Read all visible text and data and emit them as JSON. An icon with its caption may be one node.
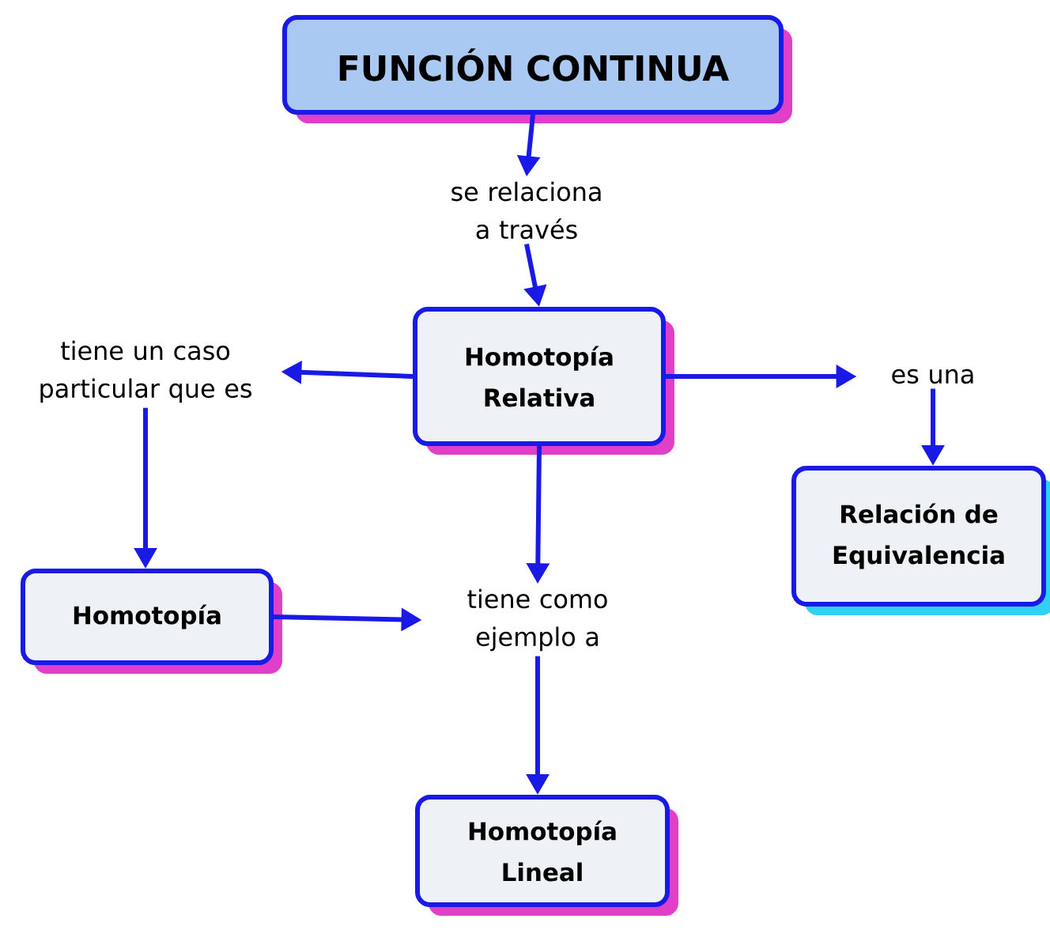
{
  "diagram": {
    "nodes": [
      {
        "text": [
          "FUNCIÓN CONTINUA"
        ]
      },
      {
        "text": [
          "se relaciona a través"
        ]
      },
      {
        "text": [
          "Homotopía Relativa"
        ]
      },
      {
        "text": [
          "tiene un caso particular que es"
        ]
      },
      {
        "text": [
          "es una"
        ]
      },
      {
        "text": [
          "Relación de Equivalencia"
        ]
      },
      {
        "text": [
          "Homotopía"
        ]
      },
      {
        "text": [
          "tiene como ejemplo a"
        ]
      },
      {
        "text": [
          "Homotopía Lineal"
        ]
      }
    ],
    "edges": [
      {
        "from": 0,
        "to": 1,
        "arrow": "to"
      },
      {
        "from": 1,
        "to": 2,
        "arrow": "to"
      },
      {
        "from": 2,
        "to": 3,
        "arrow": "to"
      },
      {
        "from": 2,
        "to": 4,
        "arrow": "to"
      },
      {
        "from": 4,
        "to": 5,
        "arrow": "to"
      },
      {
        "from": 3,
        "to": 6,
        "arrow": "to"
      },
      {
        "from": 2,
        "to": 7,
        "arrow": "to"
      },
      {
        "from": 6,
        "to": 7,
        "arrow": "to"
      },
      {
        "from": 7,
        "to": 8,
        "arrow": "to"
      }
    ]
  }
}
